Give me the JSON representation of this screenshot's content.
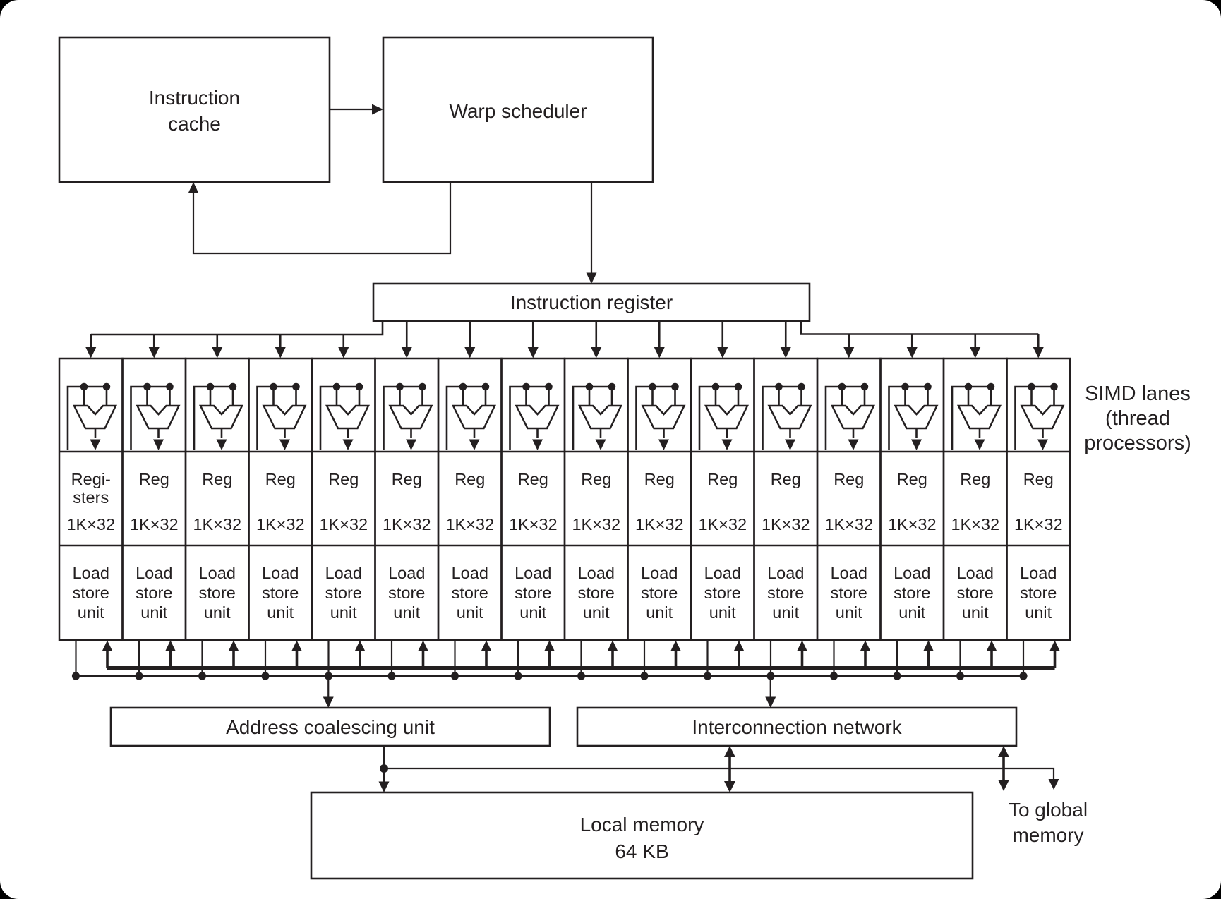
{
  "figure": {
    "background": "#000000",
    "paper": "#ffffff",
    "line_color": "#231f20"
  },
  "boxes": {
    "instruction_cache": {
      "label_lines": [
        "Instruction",
        "cache"
      ]
    },
    "warp_scheduler": {
      "label": "Warp scheduler"
    },
    "instruction_register": {
      "label": "Instruction register"
    },
    "address_coalescing": {
      "label": "Address coalescing unit"
    },
    "interconnection_network": {
      "label": "Interconnection network"
    },
    "local_memory": {
      "label_lines": [
        "Local memory",
        "64 KB"
      ]
    }
  },
  "labels": {
    "simd_lanes": [
      "SIMD lanes",
      "(thread",
      "processors)"
    ],
    "to_global_memory": [
      "To global",
      "memory"
    ]
  },
  "lanes": [
    {
      "reg_lines": [
        "Regi-",
        "sters"
      ],
      "capacity": "1K×32",
      "ls_lines": [
        "Load",
        "store",
        "unit"
      ]
    },
    {
      "reg_lines": [
        "Reg"
      ],
      "capacity": "1K×32",
      "ls_lines": [
        "Load",
        "store",
        "unit"
      ]
    },
    {
      "reg_lines": [
        "Reg"
      ],
      "capacity": "1K×32",
      "ls_lines": [
        "Load",
        "store",
        "unit"
      ]
    },
    {
      "reg_lines": [
        "Reg"
      ],
      "capacity": "1K×32",
      "ls_lines": [
        "Load",
        "store",
        "unit"
      ]
    },
    {
      "reg_lines": [
        "Reg"
      ],
      "capacity": "1K×32",
      "ls_lines": [
        "Load",
        "store",
        "unit"
      ]
    },
    {
      "reg_lines": [
        "Reg"
      ],
      "capacity": "1K×32",
      "ls_lines": [
        "Load",
        "store",
        "unit"
      ]
    },
    {
      "reg_lines": [
        "Reg"
      ],
      "capacity": "1K×32",
      "ls_lines": [
        "Load",
        "store",
        "unit"
      ]
    },
    {
      "reg_lines": [
        "Reg"
      ],
      "capacity": "1K×32",
      "ls_lines": [
        "Load",
        "store",
        "unit"
      ]
    },
    {
      "reg_lines": [
        "Reg"
      ],
      "capacity": "1K×32",
      "ls_lines": [
        "Load",
        "store",
        "unit"
      ]
    },
    {
      "reg_lines": [
        "Reg"
      ],
      "capacity": "1K×32",
      "ls_lines": [
        "Load",
        "store",
        "unit"
      ]
    },
    {
      "reg_lines": [
        "Reg"
      ],
      "capacity": "1K×32",
      "ls_lines": [
        "Load",
        "store",
        "unit"
      ]
    },
    {
      "reg_lines": [
        "Reg"
      ],
      "capacity": "1K×32",
      "ls_lines": [
        "Load",
        "store",
        "unit"
      ]
    },
    {
      "reg_lines": [
        "Reg"
      ],
      "capacity": "1K×32",
      "ls_lines": [
        "Load",
        "store",
        "unit"
      ]
    },
    {
      "reg_lines": [
        "Reg"
      ],
      "capacity": "1K×32",
      "ls_lines": [
        "Load",
        "store",
        "unit"
      ]
    },
    {
      "reg_lines": [
        "Reg"
      ],
      "capacity": "1K×32",
      "ls_lines": [
        "Load",
        "store",
        "unit"
      ]
    },
    {
      "reg_lines": [
        "Reg"
      ],
      "capacity": "1K×32",
      "ls_lines": [
        "Load",
        "store",
        "unit"
      ]
    }
  ]
}
